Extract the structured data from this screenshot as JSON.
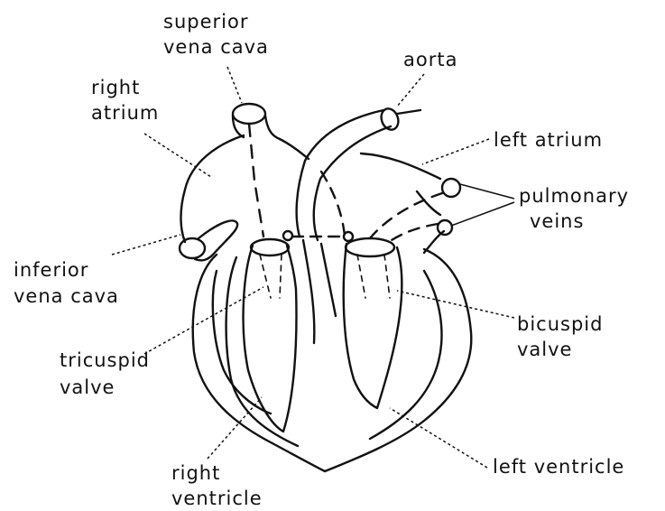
{
  "labels": {
    "superior_vena_cava": [
      "superior",
      "vena cava"
    ],
    "right_atrium": [
      "right",
      "atrium"
    ],
    "aorta": [
      "aorta"
    ],
    "left_atrium": [
      "left atrium"
    ],
    "pulmonary_veins": [
      "pulmonary",
      "veins"
    ],
    "inferior_vena_cava": [
      "inferior",
      "vena cava"
    ],
    "bicuspid_valve": [
      "bicuspid",
      "valve"
    ],
    "tricuspid_valve": [
      "tricuspid",
      "valve"
    ],
    "left_ventricle": [
      "left ventricle"
    ],
    "right_ventricle": [
      "right",
      "ventricle"
    ]
  },
  "colors": {
    "ink": "#111111",
    "background": "#ffffff"
  }
}
